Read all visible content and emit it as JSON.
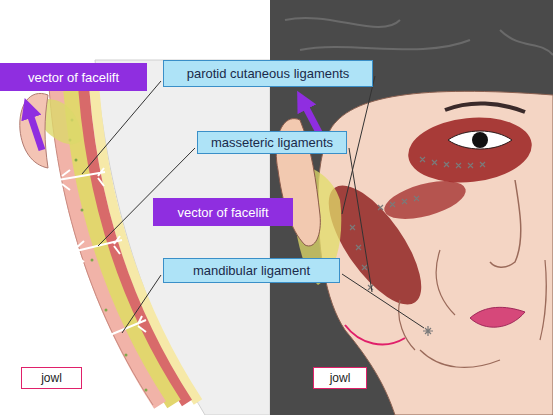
{
  "diagram": {
    "nodes": [
      {
        "text": [
          "vector of facelift"
        ]
      },
      {
        "text": [
          "parotid cutaneous ligaments"
        ]
      },
      {
        "text": [
          "masseteric ligaments"
        ]
      },
      {
        "text": [
          "vector of facelift"
        ]
      },
      {
        "text": [
          "mandibular ligament"
        ]
      },
      {
        "text": [
          "jowl"
        ]
      },
      {
        "text": [
          "jowl"
        ]
      }
    ]
  }
}
